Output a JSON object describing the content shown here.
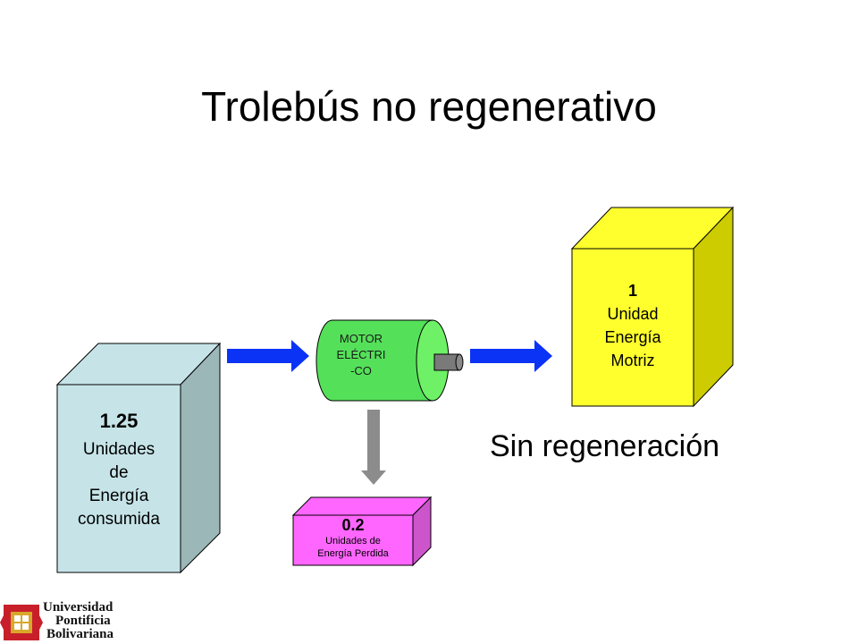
{
  "slide": {
    "title": "Trolebús no regenerativo",
    "subtitle": "Sin regeneración"
  },
  "consumed_box": {
    "value": "1.25",
    "lines": [
      "Unidades",
      "de",
      "Energía",
      "consumida"
    ],
    "colors": {
      "front": "#c6e4e8",
      "side": "#9cb7b7",
      "top": "#c6e4e8"
    }
  },
  "motor": {
    "lines": [
      "MOTOR",
      "ELÉCTRI",
      "-CO"
    ],
    "colors": {
      "body": "#55e05a",
      "face": "#6ef067",
      "shaft": "#7a7a7a"
    }
  },
  "motriz_box": {
    "value": "1",
    "lines": [
      "Unidad",
      "Energía",
      "Motriz"
    ],
    "colors": {
      "front": "#ffff2e",
      "side": "#cccc00"
    }
  },
  "lost_box": {
    "value": "0.2",
    "lines": [
      "Unidades de",
      "Energía Perdida"
    ],
    "colors": {
      "front": "#ff66ff",
      "side": "#cc55cc"
    }
  },
  "arrows": {
    "flow_color": "#0b33f5",
    "loss_color": "#8c8c8c"
  },
  "logo": {
    "lines": [
      "Universidad",
      "Pontificia",
      "Bolivariana"
    ],
    "colors": {
      "shield": "#c8202a",
      "gold": "#d9a82b"
    }
  }
}
